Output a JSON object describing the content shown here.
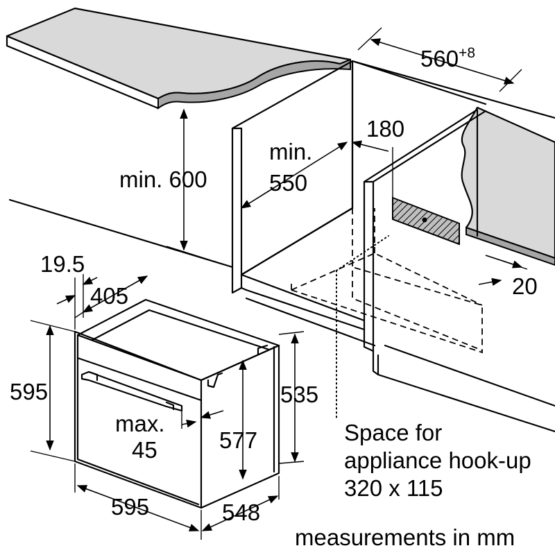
{
  "dimensions": {
    "cabinet_width_value": "560",
    "cabinet_width_tolerance": "+8",
    "min_height": "min. 600",
    "min_depth_prefix": "min.",
    "min_depth_value": "550",
    "rear_gap": "180",
    "side_gap": "20",
    "door_offset": "19.5",
    "handle_depth": "405",
    "front_height": "595",
    "body_height": "535",
    "inner_height": "577",
    "front_width": "595",
    "body_depth": "548",
    "handle_max_prefix": "max.",
    "handle_max_value": "45"
  },
  "notes": {
    "hookup_line1": "Space for",
    "hookup_line2": "appliance hook-up",
    "hookup_line3": "320 x 115",
    "units": "measurements in mm"
  },
  "colors": {
    "background": "#ffffff",
    "line": "#000000",
    "countertop": "#d9d9d9",
    "countertop_edge": "#a6a6a6",
    "hatch_fill": "#bfbfbf"
  }
}
